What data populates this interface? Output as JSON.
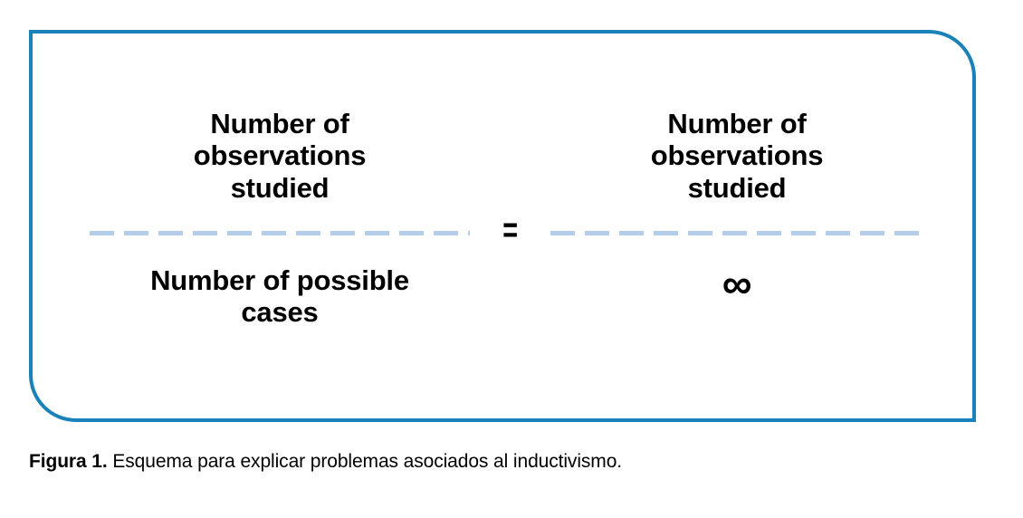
{
  "figure": {
    "frame": {
      "border_color": "#1a82b8",
      "background_color": "#ffffff"
    },
    "equation": {
      "left_fraction": {
        "numerator": "Number of\nobservations\nstudied",
        "bar": "dashed-rule",
        "denominator": "Number of possible\ncases"
      },
      "operator": "=",
      "right_fraction": {
        "numerator": "Number of\nobservations\nstudied",
        "bar": "dashed-rule",
        "denominator": "∞"
      },
      "bar_color": "#b3cdeb",
      "text_color": "#000000"
    }
  },
  "caption": {
    "label": "Figura 1.",
    "text": " Esquema para explicar problemas asociados al inductivismo."
  }
}
